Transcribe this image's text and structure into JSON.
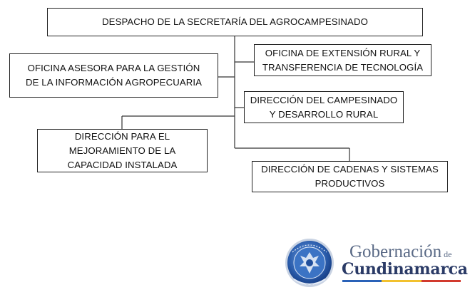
{
  "org_chart": {
    "root": "DESPACHO DE LA SECRETARÍA DEL AGROCAMPESINADO",
    "asesora": [
      "OFICINA ASESORA PARA LA GESTIÓN",
      "DE LA INFORMACIÓN AGROPECUARIA"
    ],
    "extension": [
      "OFICINA DE EXTENSIÓN RURAL Y",
      "TRANSFERENCIA DE TECNOLOGÍA"
    ],
    "campesinado": [
      "DIRECCIÓN DEL CAMPESINADO",
      "Y DESARROLLO RURAL"
    ],
    "mejoramiento": [
      "DIRECCIÓN PARA EL",
      "MEJORAMIENTO DE LA",
      "CAPACIDAD INSTALADA"
    ],
    "cadenas": [
      "DIRECCIÓN DE CADENAS Y SISTEMAS",
      "PRODUCTIVOS"
    ]
  },
  "logo": {
    "line1": "Gobernación",
    "line1_suffix": "de",
    "line2": "Cundinamarca",
    "colors": {
      "seal_blue": "#1f4e9c",
      "seal_light": "#5b8fd6",
      "text_primary": "#2a3a66",
      "text_secondary": "#5a6a86",
      "bar_blue": "#2a62b8",
      "bar_yellow": "#f2c12e",
      "bar_red": "#d23a2e"
    }
  }
}
